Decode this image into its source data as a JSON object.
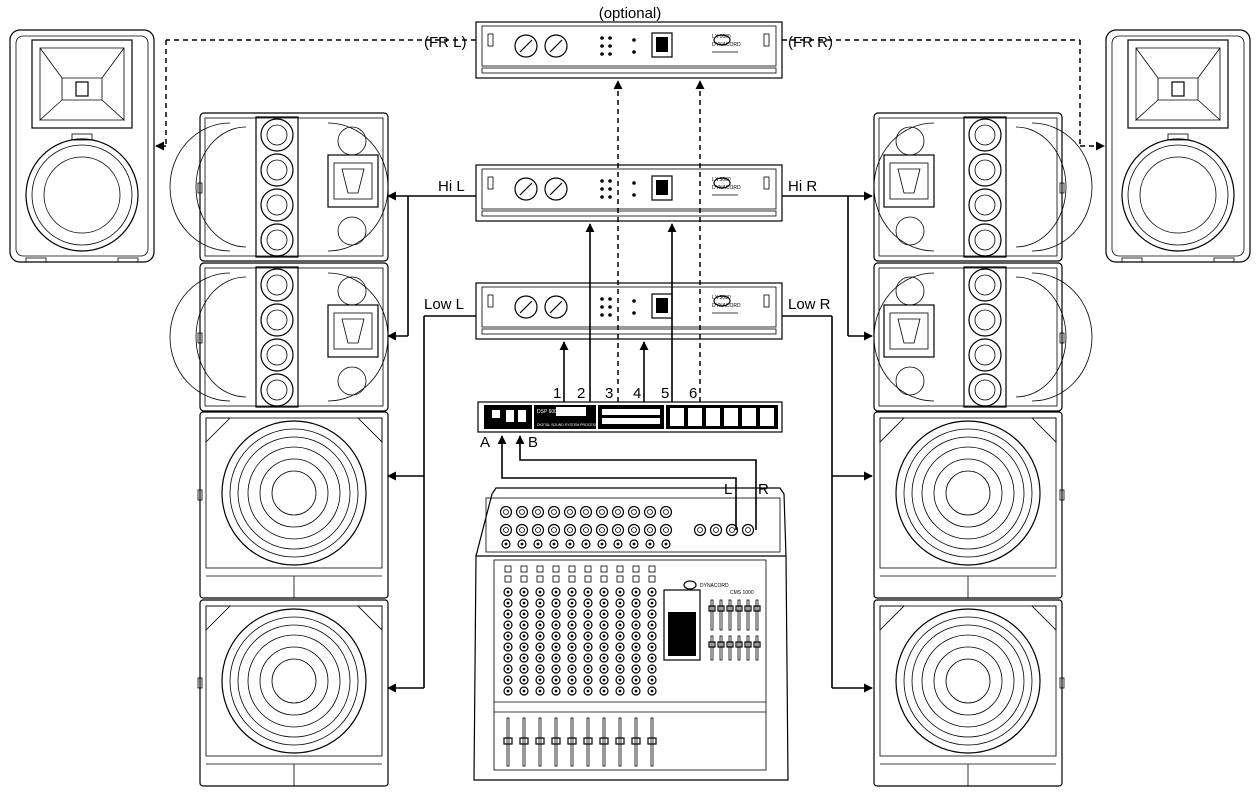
{
  "labels": {
    "optional": "(optional)",
    "fr_l": "(FR L)",
    "fr_r": "(FR R)",
    "hi_l": "Hi L",
    "hi_r": "Hi R",
    "low_l": "Low L",
    "low_r": "Low R",
    "in_a": "A",
    "in_b": "B",
    "mixer_l": "L",
    "mixer_r": "R"
  },
  "outputs": [
    "1",
    "2",
    "3",
    "4",
    "5",
    "6"
  ],
  "amplifiers": {
    "top_model": "LX 1600",
    "mid_model": "LX 3000",
    "low_model": "LX 3000",
    "brand": "DYNACORD"
  },
  "processor": {
    "model": "DSP 600",
    "subtitle": "DIGITAL SOUND SYSTEM PROCESSOR"
  },
  "mixer": {
    "brand": "DYNACORD",
    "model": "CMS 1000"
  }
}
